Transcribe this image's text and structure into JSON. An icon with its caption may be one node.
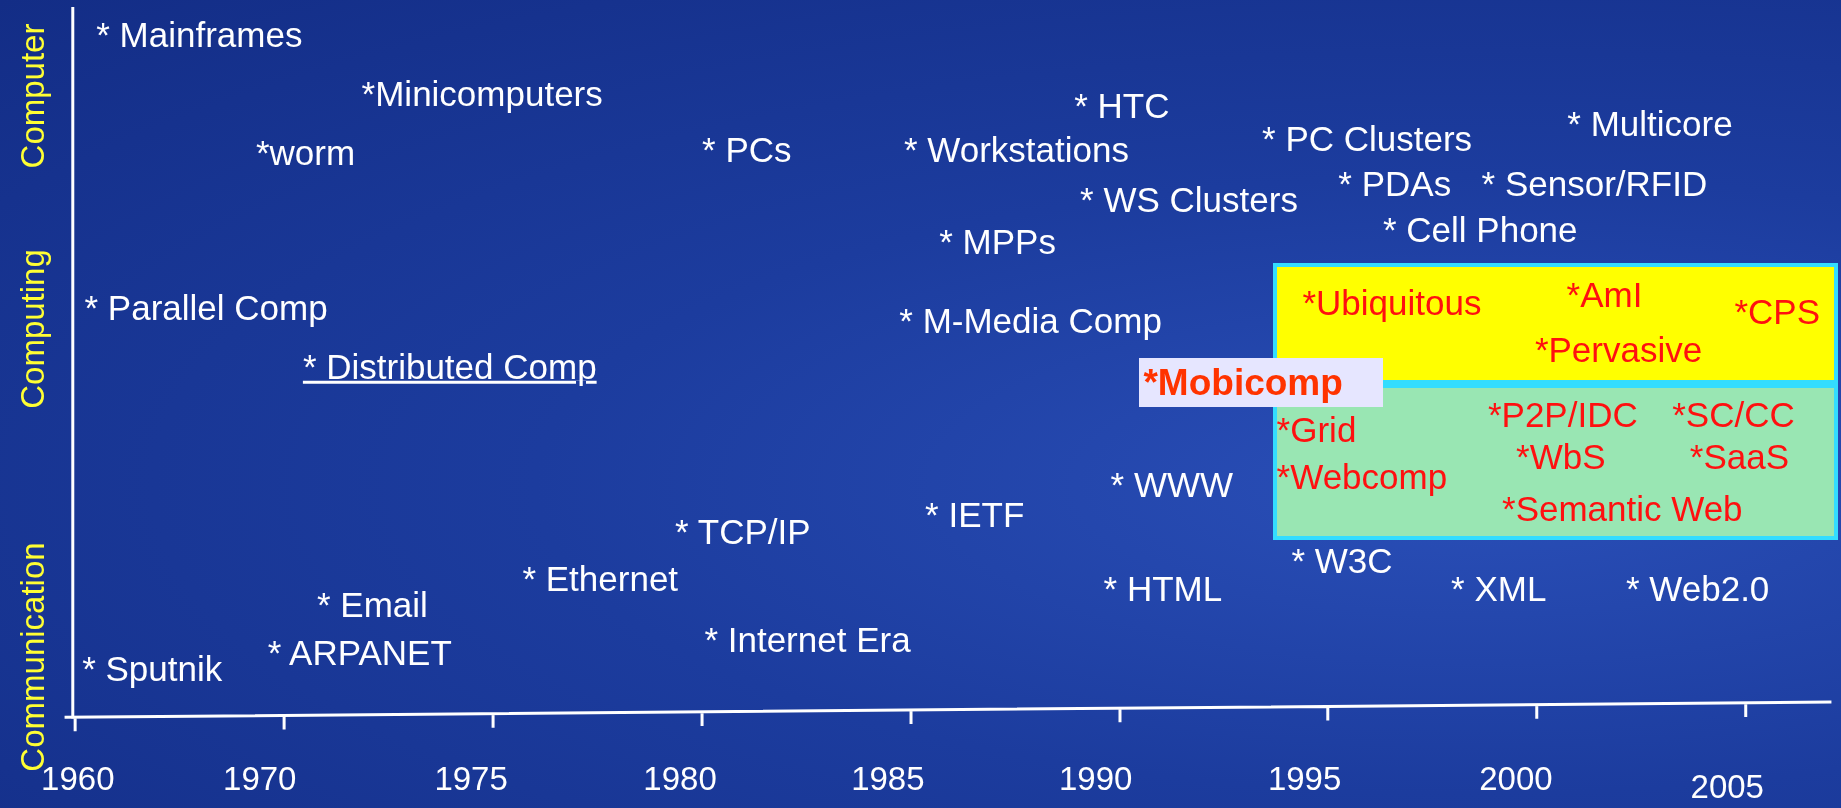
{
  "diagram": {
    "nodes": [
      {
        "text": [
          "*Ubiquitous",
          "*AmI",
          "*CPS",
          "*Pervasive"
        ]
      },
      {
        "text": [
          "*Mobicomp"
        ]
      },
      {
        "text": [
          "*Grid",
          "*P2P/IDC",
          "*SC/CC",
          "*Webcomp",
          "*WbS",
          "*SaaS",
          "*Semantic Web"
        ]
      }
    ],
    "labels": [
      "Communication",
      "Computing",
      "Computer",
      "* Mainframes",
      "*Minicomputers",
      "* HTC",
      "*worm",
      "* PCs",
      "* Workstations",
      "* PC Clusters",
      "* Multicore",
      "* PDAs",
      "* Sensor/RFID",
      "* WS Clusters",
      "* Cell Phone",
      "* MPPs",
      "* Parallel Comp",
      "* M-Media Comp",
      "* Distributed Comp",
      "* WWW",
      "* IETF",
      "* TCP/IP",
      "* Ethernet",
      "* W3C",
      "* Email",
      "* HTML",
      "* XML",
      "* Web2.0",
      "* Internet Era",
      "* ARPANET",
      "* Sputnik",
      "1960",
      "1970",
      "1975",
      "1980",
      "1985",
      "1990",
      "1995",
      "2000",
      "2005"
    ]
  }
}
